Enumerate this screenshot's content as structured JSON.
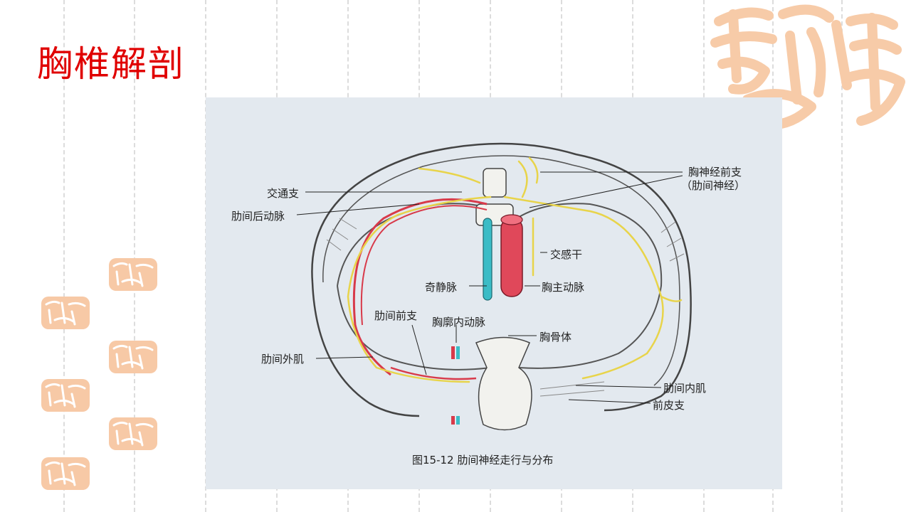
{
  "page": {
    "title": "胸椎解剖",
    "accent_color": "#e00000",
    "stamp_color": "#f7c9a6"
  },
  "figure": {
    "caption": "图15-12   肋间神经走行与分布",
    "labels": {
      "thoracic_nerve_anterior_branch": "胸神经前支",
      "intercostal_nerve": "（肋间神经）",
      "communicating_branch": "交通支",
      "posterior_intercostal_artery": "肋间后动脉",
      "sympathetic_trunk": "交感干",
      "azygos_vein": "奇静脉",
      "thoracic_aorta": "胸主动脉",
      "anterior_intercostal_branch": "肋间前支",
      "internal_thoracic_artery": "胸廓内动脉",
      "sternum_body": "胸骨体",
      "external_intercostal_muscle": "肋间外肌",
      "internal_intercostal_muscle": "肋间内肌",
      "anterior_cutaneous_branch": "前皮支"
    }
  }
}
